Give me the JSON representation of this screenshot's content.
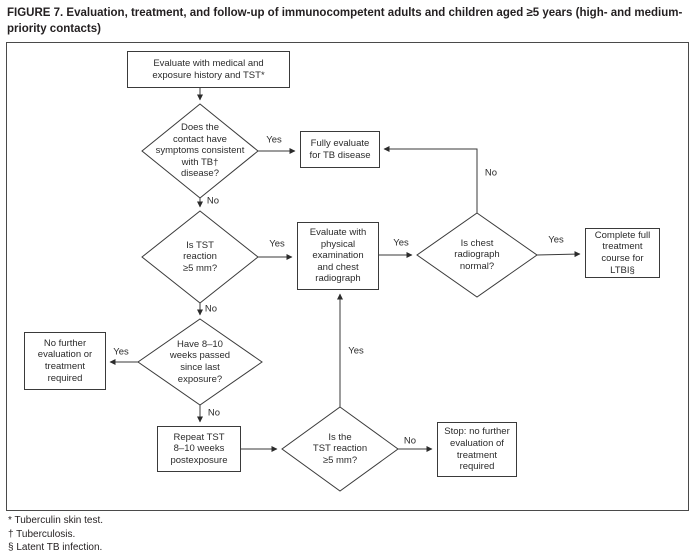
{
  "title": "FIGURE 7. Evaluation, treatment, and follow-up of immunocompetent adults and children aged ≥5 years (high- and medium-priority contacts)",
  "edge_labels": {
    "yes": "Yes",
    "no": "No"
  },
  "nodes": {
    "evaluate_history": [
      "Evaluate with medical and",
      "exposure history and TST*"
    ],
    "symptoms_diamond": [
      "Does the",
      "contact have",
      "symptoms consistent",
      "with TB†",
      "disease?"
    ],
    "fully_evaluate": [
      "Fully evaluate",
      "for TB disease"
    ],
    "tst_diamond": [
      "Is TST",
      "reaction",
      "≥5 mm?"
    ],
    "physical_exam": [
      "Evaluate with",
      "physical",
      "examination",
      "and chest",
      "radiograph"
    ],
    "radiograph_diamond": [
      "Is chest",
      "radiograph",
      "normal?"
    ],
    "complete_treatment": [
      "Complete full",
      "treatment",
      "course for",
      "LTBI§"
    ],
    "weeks_diamond": [
      "Have 8–10",
      "weeks passed",
      "since last",
      "exposure?"
    ],
    "no_further": [
      "No further",
      "evaluation or",
      "treatment",
      "required"
    ],
    "repeat_tst": [
      "Repeat TST",
      "8–10 weeks",
      "postexposure"
    ],
    "repeat_tst_diamond": [
      "Is the",
      "TST reaction",
      "≥5 mm?"
    ],
    "stop": [
      "Stop: no further",
      "evaluation of",
      "treatment",
      "required"
    ]
  },
  "footnotes": [
    "* Tuberculin skin test.",
    "† Tuberculosis.",
    "§ Latent TB infection."
  ]
}
